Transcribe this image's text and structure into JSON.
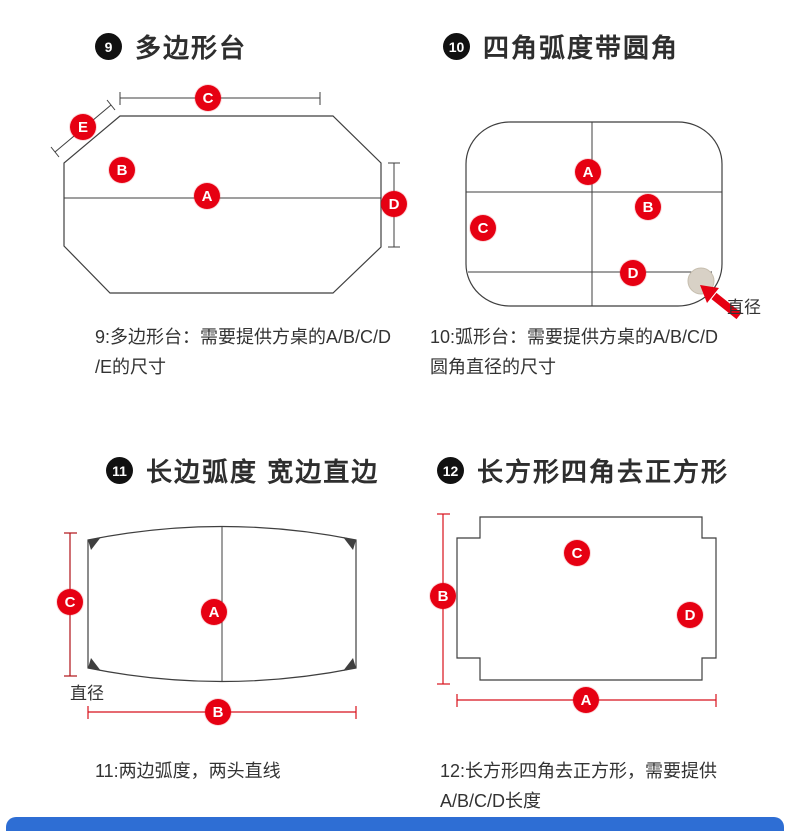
{
  "colors": {
    "label_red": "#e60012",
    "line_dark": "#3f3f3f",
    "dim_red": "#d8121c",
    "footer_blue": "#2e6ed4",
    "badge_black": "#111111",
    "corner_gray": "#d8d1c6"
  },
  "panels": [
    {
      "number": "9",
      "title": "多边形台",
      "labels": [
        "A",
        "B",
        "C",
        "D",
        "E"
      ],
      "caption_line1": "9:多边形台：需要提供方桌的A/B/C/D",
      "caption_line2": "/E的尺寸"
    },
    {
      "number": "10",
      "title": "四角弧度带圆角",
      "labels": [
        "A",
        "B",
        "C",
        "D"
      ],
      "annotation": "直径",
      "caption_line1": "10:弧形台：需要提供方桌的A/B/C/D",
      "caption_line2": "圆角直径的尺寸"
    },
    {
      "number": "11",
      "title": "长边弧度 宽边直边",
      "labels": [
        "A",
        "B",
        "C"
      ],
      "annotation": "直径",
      "caption_line1": "11:两边弧度，两头直线",
      "caption_line2": ""
    },
    {
      "number": "12",
      "title": "长方形四角去正方形",
      "labels": [
        "A",
        "B",
        "C",
        "D"
      ],
      "caption_line1": "12:长方形四角去正方形，需要提供",
      "caption_line2": "A/B/C/D长度"
    }
  ]
}
